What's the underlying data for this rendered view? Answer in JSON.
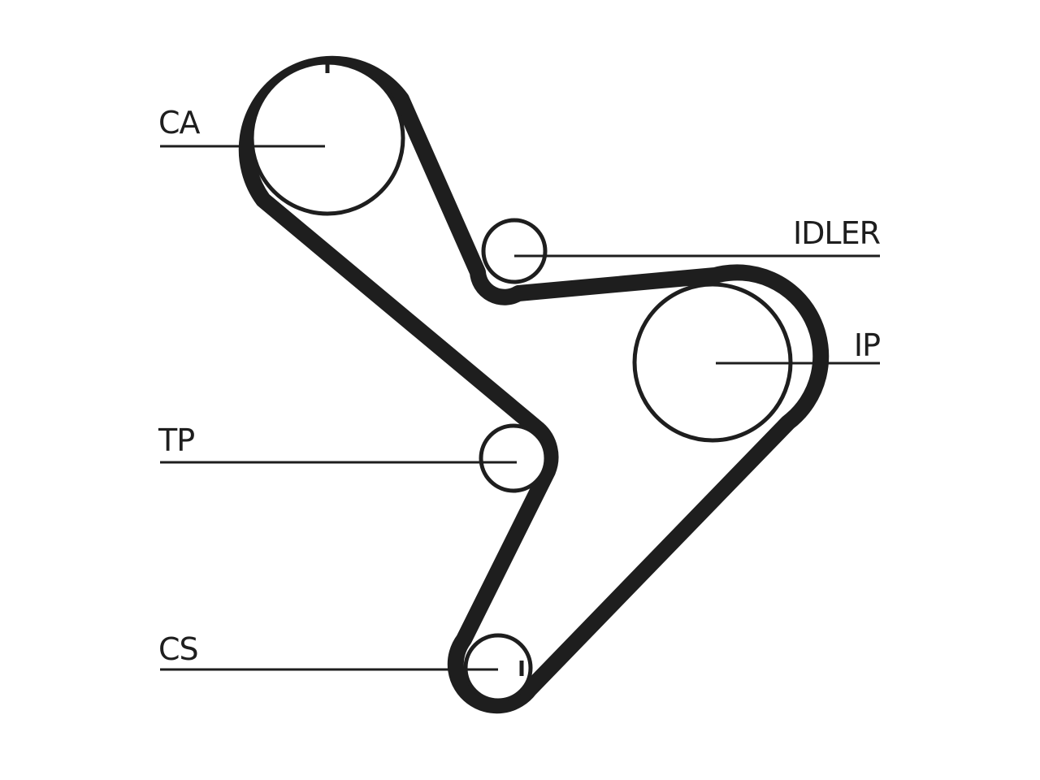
{
  "diagram": {
    "labels": {
      "ca": "CA",
      "idler": "IDLER",
      "ip": "IP",
      "tp": "TP",
      "cs": "CS"
    },
    "colors": {
      "ink": "#1e1e1e",
      "background": "#ffffff"
    }
  }
}
